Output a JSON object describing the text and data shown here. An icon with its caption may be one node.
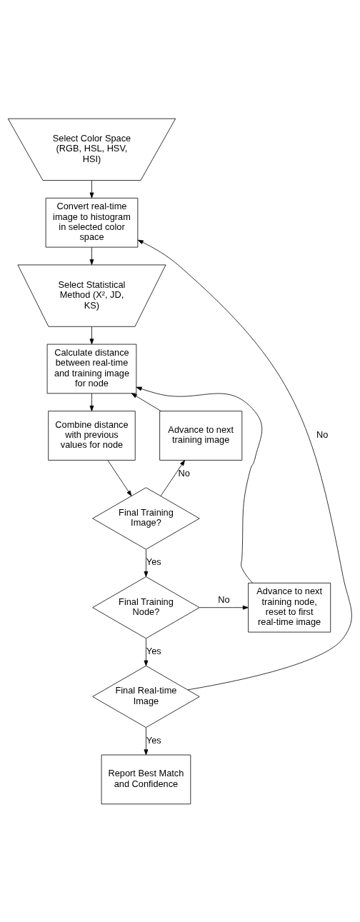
{
  "diagram": {
    "nodes": [
      {
        "text": [
          "Select Color Space (RGB, HSL, HSV, HSI)"
        ]
      },
      {
        "text": [
          "Convert real-time image to histogram in selected color space"
        ]
      },
      {
        "text": [
          "Select Statistical Method (X², JD, KS)"
        ]
      },
      {
        "text": [
          "Calculate distance between real-time and training image for node"
        ]
      },
      {
        "text": [
          "Combine distance with previous values for node"
        ]
      },
      {
        "text": [
          "Advance to next training image"
        ]
      },
      {
        "text": [
          "Final Training Image?"
        ]
      },
      {
        "text": [
          "Final Training Node?"
        ]
      },
      {
        "text": [
          "Advance to next training node, reset to first real-time image"
        ]
      },
      {
        "text": [
          "Final Real-time Image"
        ]
      },
      {
        "text": [
          "Report Best Match and Confidence"
        ]
      }
    ],
    "edges": [
      {
        "from": 0,
        "to": 1,
        "arrow": "to"
      },
      {
        "from": 1,
        "to": 2,
        "arrow": "to"
      },
      {
        "from": 2,
        "to": 3,
        "arrow": "to"
      },
      {
        "from": 3,
        "to": 4,
        "arrow": "to"
      },
      {
        "from": 4,
        "to": 6,
        "arrow": "to"
      },
      {
        "from": 6,
        "to": 5,
        "label": "No",
        "arrow": "to"
      },
      {
        "from": 5,
        "to": 3,
        "arrow": "to"
      },
      {
        "from": 6,
        "to": 7,
        "label": "Yes",
        "arrow": "to"
      },
      {
        "from": 7,
        "to": 8,
        "label": "No",
        "arrow": "to"
      },
      {
        "from": 8,
        "to": 3,
        "arrow": "to"
      },
      {
        "from": 7,
        "to": 9,
        "label": "Yes",
        "arrow": "to"
      },
      {
        "from": 9,
        "to": 1,
        "label": "No",
        "arrow": "to"
      },
      {
        "from": 9,
        "to": 10,
        "label": "Yes",
        "arrow": "to"
      }
    ]
  }
}
